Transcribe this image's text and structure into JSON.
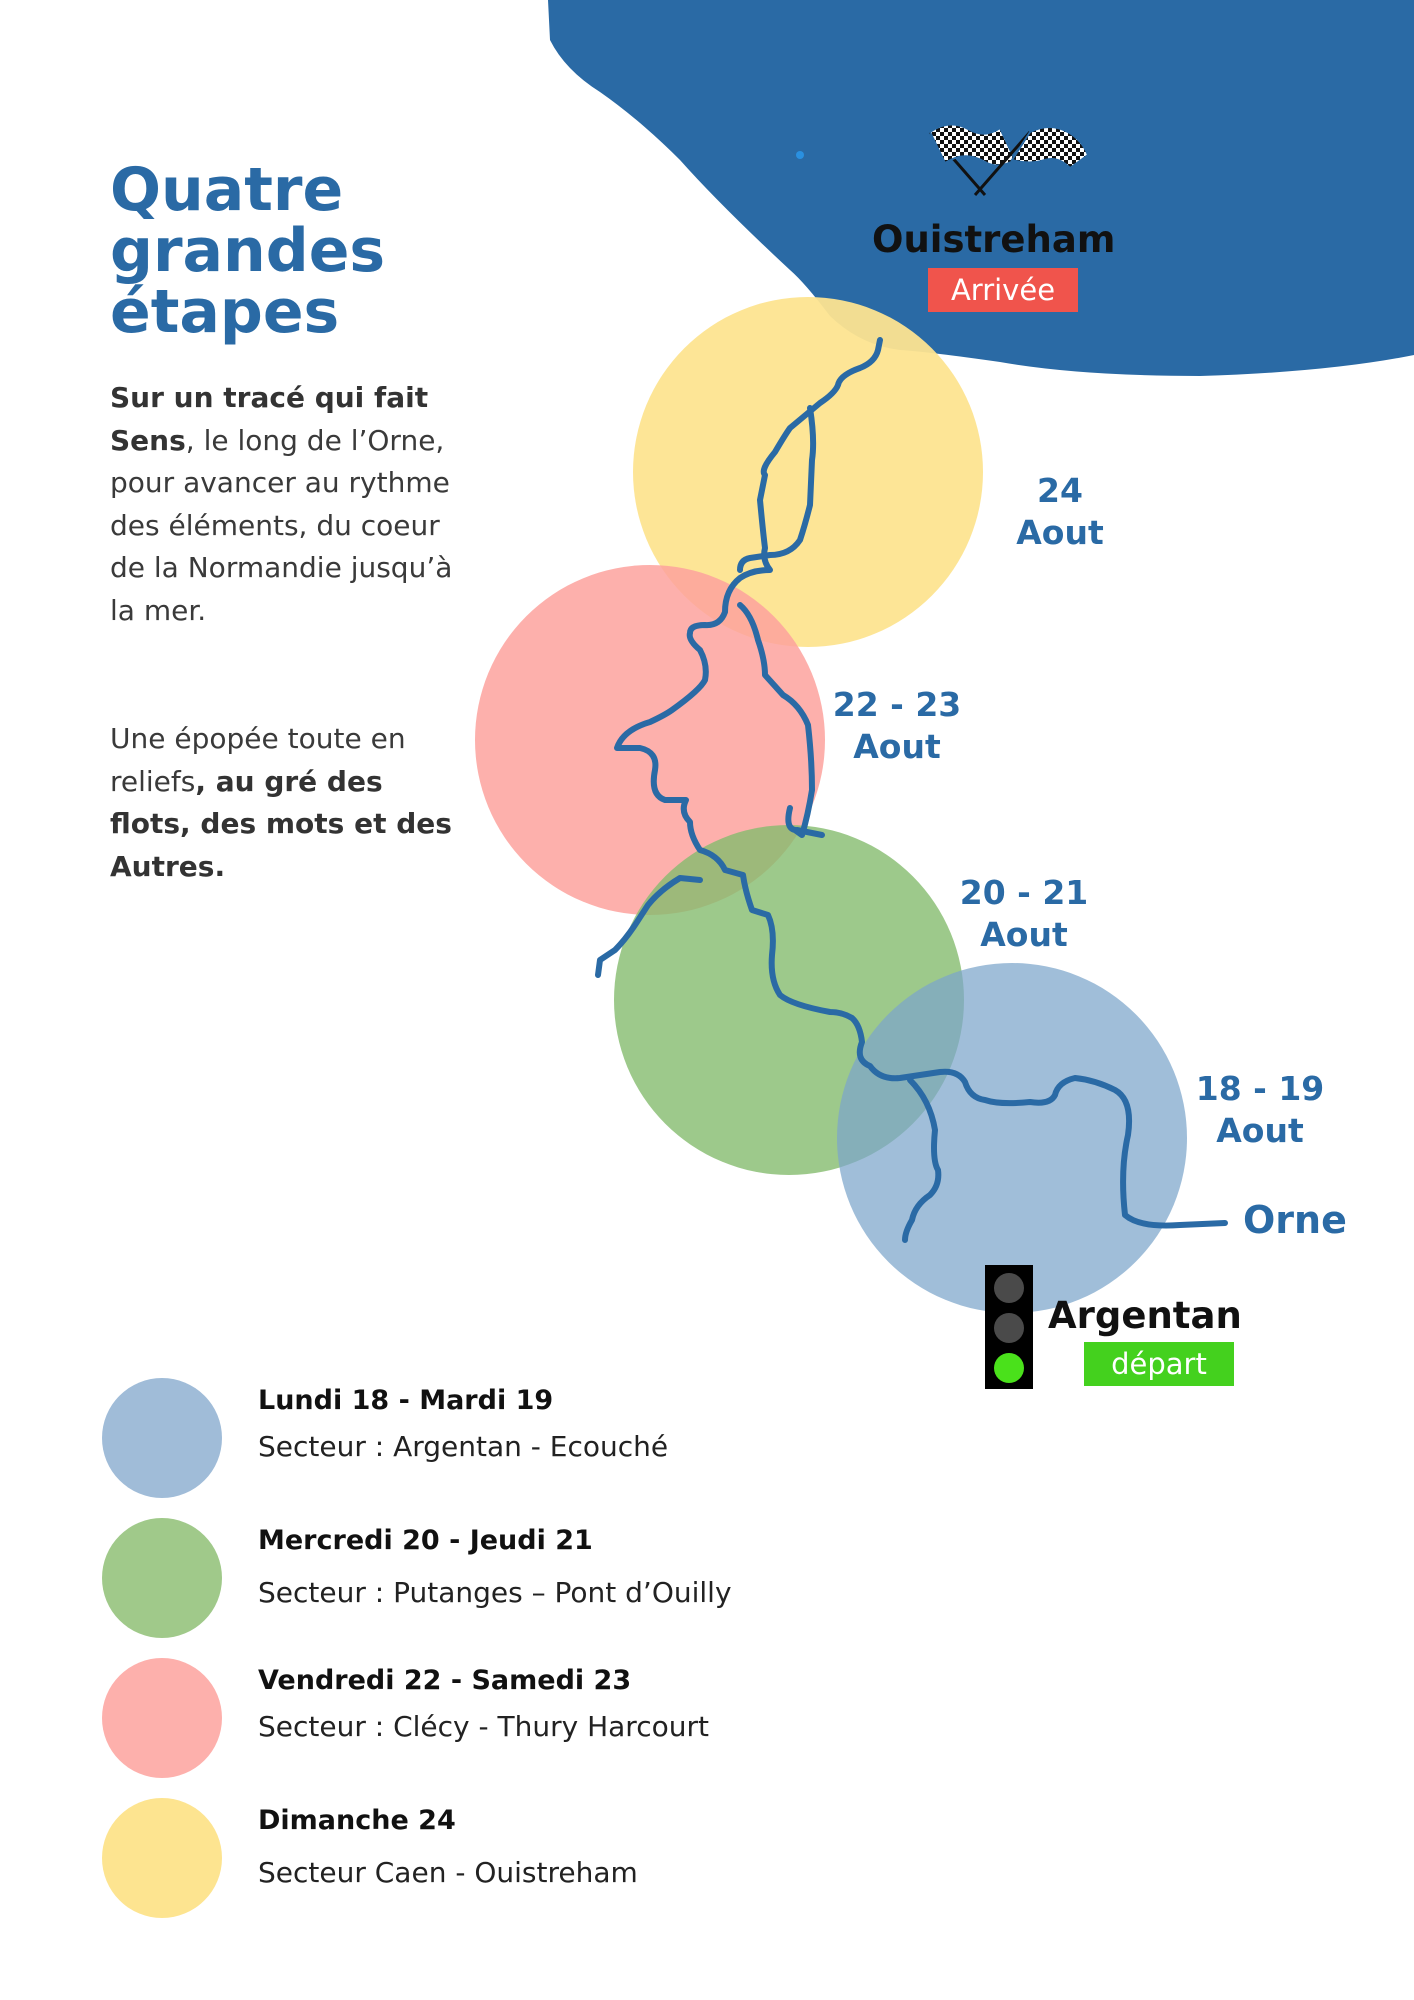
{
  "title": {
    "line1": "Quatre",
    "line2": "grandes",
    "line3": "étapes"
  },
  "intro": {
    "p1_bold": "Sur un tracé qui fait Sens",
    "p1_rest": ", le long de l’Orne, pour avancer au rythme des éléments, du coeur de la Normandie jusqu’à la mer.",
    "p2_start": "Une épopée toute en reliefs",
    "p2_bold": ", au gré des flots, des mots et des Autres."
  },
  "map": {
    "finish": {
      "city": "Ouistreham",
      "tag": "Arrivée",
      "tag_color": "#f0544c",
      "icon": "checkered-flags-icon"
    },
    "start": {
      "city": "Argentan",
      "tag": "départ",
      "tag_color": "#44d11e",
      "icon": "traffic-light-icon"
    },
    "river_label": "Orne",
    "sea_color": "#2a6aa5",
    "river_color": "#2a6aa5",
    "stage_dates": [
      {
        "line1": "24",
        "line2": "Aout"
      },
      {
        "line1": "22 - 23",
        "line2": "Aout"
      },
      {
        "line1": "20 - 21",
        "line2": "Aout"
      },
      {
        "line1": "18 - 19",
        "line2": "Aout"
      }
    ]
  },
  "legend": [
    {
      "day": "Lundi 18 - Mardi 19",
      "sector": "Secteur : Argentan - Ecouché",
      "color": "#a0bcd8"
    },
    {
      "day": "Mercredi 20 - Jeudi 21",
      "sector": "Secteur : Putanges – Pont d’Ouilly",
      "color": "#a0c98a"
    },
    {
      "day": "Vendredi 22 - Samedi 23",
      "sector": "Secteur : Clécy - Thury Harcourt",
      "color": "#fdb0ac"
    },
    {
      "day": "Dimanche 24",
      "sector": "Secteur Caen - Ouistreham",
      "color": "#fde490"
    }
  ]
}
